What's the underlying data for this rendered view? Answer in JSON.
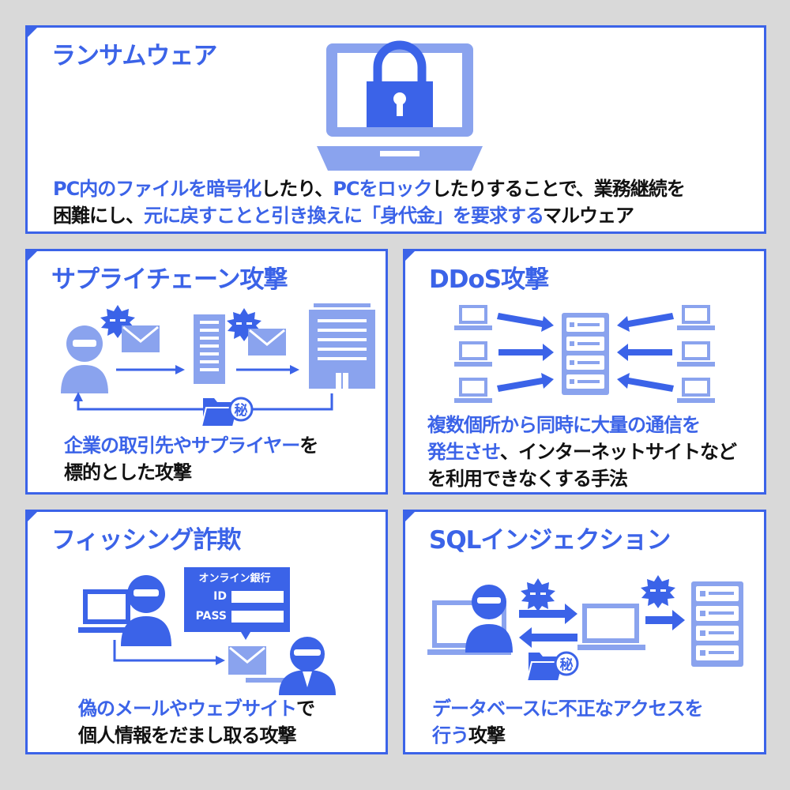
{
  "ransomware": {
    "title": "ランサムウェア",
    "desc_line1": [
      {
        "t": "PC内のファイルを暗号化",
        "hl": true
      },
      {
        "t": "したり、",
        "hl": false
      },
      {
        "t": "PCをロック",
        "hl": true
      },
      {
        "t": "したりすることで、業務継続を",
        "hl": false
      }
    ],
    "desc_line2": [
      {
        "t": "困難にし、",
        "hl": false
      },
      {
        "t": "元に戻すことと引き換えに「身代金」を要求する",
        "hl": true
      },
      {
        "t": "マルウェア",
        "hl": false
      }
    ]
  },
  "supply_chain": {
    "title": "サプライチェーン攻撃",
    "secret_badge": "秘",
    "desc_line1": [
      {
        "t": "企業の取引先やサプライヤー",
        "hl": true
      },
      {
        "t": "を",
        "hl": false
      }
    ],
    "desc_line2": [
      {
        "t": "標的とした攻撃",
        "hl": false
      }
    ]
  },
  "ddos": {
    "title": "DDoS攻撃",
    "desc_line1": [
      {
        "t": "複数個所から同時に大量の通信を",
        "hl": true
      }
    ],
    "desc_line2": [
      {
        "t": "発生させ",
        "hl": true
      },
      {
        "t": "、インターネットサイトなど",
        "hl": false
      }
    ],
    "desc_line3": [
      {
        "t": "を利用できなくする手法",
        "hl": false
      }
    ]
  },
  "phishing": {
    "title": "フィッシング詐欺",
    "form_title": "オンライン銀行",
    "id_label": "ID",
    "pass_label": "PASS",
    "desc_line1": [
      {
        "t": "偽のメールやウェブサイト",
        "hl": true
      },
      {
        "t": "で",
        "hl": false
      }
    ],
    "desc_line2": [
      {
        "t": "個人情報をだまし取る攻撃",
        "hl": false
      }
    ]
  },
  "sqli": {
    "title": "SQLインジェクション",
    "secret_badge": "秘",
    "desc_line1": [
      {
        "t": "データベースに不正なアクセスを",
        "hl": true
      }
    ],
    "desc_line2": [
      {
        "t": "行う",
        "hl": true
      },
      {
        "t": "攻撃",
        "hl": false
      }
    ]
  },
  "colors": {
    "accent": "#3b63e8",
    "light": "#8aa3ee",
    "text": "#111111",
    "background": "#d9d9d9"
  }
}
